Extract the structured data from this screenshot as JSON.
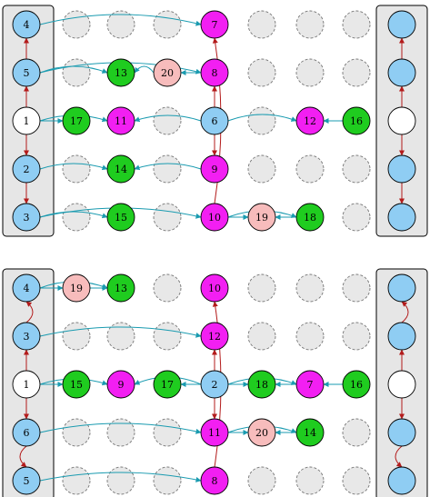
{
  "colors": {
    "blue": "#8fcdf3",
    "green": "#1fcc1f",
    "magenta": "#f21ff2",
    "pink": "#f7bcbc",
    "white": "#ffffff",
    "empty": "#e8e8e8",
    "panel": "#e6e6e6",
    "teal_arrow": "#1a9bb0",
    "red_arrow": "#b31b1b"
  },
  "panels": [
    {
      "nodes": [
        {
          "label": "4",
          "row": 0,
          "col": 0,
          "color": "blue"
        },
        {
          "label": "5",
          "row": 1,
          "col": 0,
          "color": "blue"
        },
        {
          "label": "1",
          "row": 2,
          "col": 0,
          "color": "white"
        },
        {
          "label": "2",
          "row": 3,
          "col": 0,
          "color": "blue"
        },
        {
          "label": "3",
          "row": 4,
          "col": 0,
          "color": "blue"
        },
        {
          "label": "7",
          "row": 0,
          "col": 4,
          "color": "magenta"
        },
        {
          "label": "13",
          "row": 1,
          "col": 2,
          "color": "green"
        },
        {
          "label": "20",
          "row": 1,
          "col": 3,
          "color": "pink"
        },
        {
          "label": "8",
          "row": 1,
          "col": 4,
          "color": "magenta"
        },
        {
          "label": "17",
          "row": 2,
          "col": 1,
          "color": "green"
        },
        {
          "label": "11",
          "row": 2,
          "col": 2,
          "color": "magenta"
        },
        {
          "label": "6",
          "row": 2,
          "col": 4,
          "color": "blue"
        },
        {
          "label": "12",
          "row": 2,
          "col": 6,
          "color": "magenta"
        },
        {
          "label": "16",
          "row": 2,
          "col": 7,
          "color": "green"
        },
        {
          "label": "14",
          "row": 3,
          "col": 2,
          "color": "green"
        },
        {
          "label": "9",
          "row": 3,
          "col": 4,
          "color": "magenta"
        },
        {
          "label": "15",
          "row": 4,
          "col": 2,
          "color": "green"
        },
        {
          "label": "10",
          "row": 4,
          "col": 4,
          "color": "magenta"
        },
        {
          "label": "19",
          "row": 4,
          "col": 5,
          "color": "pink"
        },
        {
          "label": "18",
          "row": 4,
          "col": 6,
          "color": "green"
        },
        {
          "label": "",
          "row": 0,
          "col": 8,
          "color": "blue"
        },
        {
          "label": "",
          "row": 1,
          "col": 8,
          "color": "blue"
        },
        {
          "label": "",
          "row": 2,
          "col": 8,
          "color": "white"
        },
        {
          "label": "",
          "row": 3,
          "col": 8,
          "color": "blue"
        },
        {
          "label": "",
          "row": 4,
          "col": 8,
          "color": "blue"
        }
      ],
      "edges": [
        {
          "from": [
            0,
            0
          ],
          "to": [
            0,
            4
          ],
          "kind": "teal",
          "curve": -22
        },
        {
          "from": [
            1,
            0
          ],
          "to": [
            1,
            2
          ],
          "kind": "teal",
          "curve": -14
        },
        {
          "from": [
            1,
            0
          ],
          "to": [
            1,
            4
          ],
          "kind": "teal",
          "curve": -22
        },
        {
          "from": [
            1,
            3
          ],
          "to": [
            1,
            2
          ],
          "kind": "teal",
          "curve": -14
        },
        {
          "from": [
            1,
            4
          ],
          "to": [
            1,
            3
          ],
          "kind": "straight",
          "curve": 0
        },
        {
          "from": [
            2,
            0
          ],
          "to": [
            2,
            1
          ],
          "kind": "straight",
          "curve": 0
        },
        {
          "from": [
            2,
            0
          ],
          "to": [
            2,
            2
          ],
          "kind": "teal",
          "curve": -12
        },
        {
          "from": [
            2,
            4
          ],
          "to": [
            2,
            2
          ],
          "kind": "teal",
          "curve": -12
        },
        {
          "from": [
            2,
            4
          ],
          "to": [
            2,
            6
          ],
          "kind": "teal",
          "curve": -14
        },
        {
          "from": [
            2,
            7
          ],
          "to": [
            2,
            6
          ],
          "kind": "straight",
          "curve": 0
        },
        {
          "from": [
            3,
            0
          ],
          "to": [
            3,
            2
          ],
          "kind": "teal",
          "curve": -12
        },
        {
          "from": [
            3,
            4
          ],
          "to": [
            3,
            2
          ],
          "kind": "teal",
          "curve": -12
        },
        {
          "from": [
            4,
            0
          ],
          "to": [
            4,
            2
          ],
          "kind": "teal",
          "curve": -12
        },
        {
          "from": [
            4,
            0
          ],
          "to": [
            4,
            4
          ],
          "kind": "teal",
          "curve": -20
        },
        {
          "from": [
            4,
            4
          ],
          "to": [
            4,
            5
          ],
          "kind": "straight",
          "curve": 0
        },
        {
          "from": [
            4,
            4
          ],
          "to": [
            4,
            6
          ],
          "kind": "teal",
          "curve": -14
        },
        {
          "from": [
            4,
            6
          ],
          "to": [
            4,
            5
          ],
          "kind": "straight",
          "curve": 0
        },
        {
          "from": [
            2,
            4
          ],
          "to": [
            1,
            4
          ],
          "kind": "red",
          "curve": 0
        },
        {
          "from": [
            2,
            4
          ],
          "to": [
            3,
            4
          ],
          "kind": "red",
          "curve": 0
        },
        {
          "from": [
            4,
            4
          ],
          "to": [
            0,
            4
          ],
          "kind": "red",
          "curve": 14
        },
        {
          "from": [
            2,
            0
          ],
          "to": [
            1,
            0
          ],
          "kind": "red",
          "curve": 0
        },
        {
          "from": [
            2,
            0
          ],
          "to": [
            3,
            0
          ],
          "kind": "red",
          "curve": 0
        },
        {
          "from": [
            1,
            0
          ],
          "to": [
            0,
            0
          ],
          "kind": "red",
          "curve": 0
        },
        {
          "from": [
            3,
            0
          ],
          "to": [
            4,
            0
          ],
          "kind": "red",
          "curve": 0
        },
        {
          "from": [
            2,
            8
          ],
          "to": [
            1,
            8
          ],
          "kind": "red",
          "curve": 0
        },
        {
          "from": [
            2,
            8
          ],
          "to": [
            3,
            8
          ],
          "kind": "red",
          "curve": 0
        },
        {
          "from": [
            1,
            8
          ],
          "to": [
            0,
            8
          ],
          "kind": "red",
          "curve": 0
        },
        {
          "from": [
            3,
            8
          ],
          "to": [
            4,
            8
          ],
          "kind": "red",
          "curve": 0
        }
      ]
    },
    {
      "nodes": [
        {
          "label": "4",
          "row": 0,
          "col": 0,
          "color": "blue"
        },
        {
          "label": "3",
          "row": 1,
          "col": 0,
          "color": "blue"
        },
        {
          "label": "1",
          "row": 2,
          "col": 0,
          "color": "white"
        },
        {
          "label": "6",
          "row": 3,
          "col": 0,
          "color": "blue"
        },
        {
          "label": "5",
          "row": 4,
          "col": 0,
          "color": "blue"
        },
        {
          "label": "19",
          "row": 0,
          "col": 1,
          "color": "pink"
        },
        {
          "label": "13",
          "row": 0,
          "col": 2,
          "color": "green"
        },
        {
          "label": "10",
          "row": 0,
          "col": 4,
          "color": "magenta"
        },
        {
          "label": "12",
          "row": 1,
          "col": 4,
          "color": "magenta"
        },
        {
          "label": "15",
          "row": 2,
          "col": 1,
          "color": "green"
        },
        {
          "label": "9",
          "row": 2,
          "col": 2,
          "color": "magenta"
        },
        {
          "label": "17",
          "row": 2,
          "col": 3,
          "color": "green"
        },
        {
          "label": "2",
          "row": 2,
          "col": 4,
          "color": "blue"
        },
        {
          "label": "18",
          "row": 2,
          "col": 5,
          "color": "green"
        },
        {
          "label": "7",
          "row": 2,
          "col": 6,
          "color": "magenta"
        },
        {
          "label": "16",
          "row": 2,
          "col": 7,
          "color": "green"
        },
        {
          "label": "11",
          "row": 3,
          "col": 4,
          "color": "magenta"
        },
        {
          "label": "20",
          "row": 3,
          "col": 5,
          "color": "pink"
        },
        {
          "label": "14",
          "row": 3,
          "col": 6,
          "color": "green"
        },
        {
          "label": "8",
          "row": 4,
          "col": 4,
          "color": "magenta"
        },
        {
          "label": "",
          "row": 0,
          "col": 8,
          "color": "blue"
        },
        {
          "label": "",
          "row": 1,
          "col": 8,
          "color": "blue"
        },
        {
          "label": "",
          "row": 2,
          "col": 8,
          "color": "white"
        },
        {
          "label": "",
          "row": 3,
          "col": 8,
          "color": "blue"
        },
        {
          "label": "",
          "row": 4,
          "col": 8,
          "color": "blue"
        }
      ],
      "edges": [
        {
          "from": [
            0,
            0
          ],
          "to": [
            0,
            1
          ],
          "kind": "straight",
          "curve": 0
        },
        {
          "from": [
            0,
            0
          ],
          "to": [
            0,
            2
          ],
          "kind": "teal",
          "curve": -14
        },
        {
          "from": [
            0,
            1
          ],
          "to": [
            0,
            2
          ],
          "kind": "straight",
          "curve": 0
        },
        {
          "from": [
            1,
            0
          ],
          "to": [
            1,
            4
          ],
          "kind": "teal",
          "curve": -20
        },
        {
          "from": [
            2,
            0
          ],
          "to": [
            2,
            1
          ],
          "kind": "straight",
          "curve": 0
        },
        {
          "from": [
            2,
            0
          ],
          "to": [
            2,
            2
          ],
          "kind": "teal",
          "curve": -12
        },
        {
          "from": [
            2,
            4
          ],
          "to": [
            2,
            2
          ],
          "kind": "teal",
          "curve": -16
        },
        {
          "from": [
            2,
            4
          ],
          "to": [
            2,
            3
          ],
          "kind": "straight",
          "curve": 0
        },
        {
          "from": [
            2,
            4
          ],
          "to": [
            2,
            5
          ],
          "kind": "straight",
          "curve": 0
        },
        {
          "from": [
            2,
            4
          ],
          "to": [
            2,
            6
          ],
          "kind": "teal",
          "curve": -14
        },
        {
          "from": [
            2,
            6
          ],
          "to": [
            2,
            5
          ],
          "kind": "straight",
          "curve": 0
        },
        {
          "from": [
            2,
            7
          ],
          "to": [
            2,
            6
          ],
          "kind": "straight",
          "curve": 0
        },
        {
          "from": [
            3,
            0
          ],
          "to": [
            3,
            4
          ],
          "kind": "teal",
          "curve": -20
        },
        {
          "from": [
            3,
            4
          ],
          "to": [
            3,
            5
          ],
          "kind": "straight",
          "curve": 0
        },
        {
          "from": [
            3,
            4
          ],
          "to": [
            3,
            6
          ],
          "kind": "teal",
          "curve": -14
        },
        {
          "from": [
            3,
            6
          ],
          "to": [
            3,
            5
          ],
          "kind": "straight",
          "curve": 0
        },
        {
          "from": [
            4,
            0
          ],
          "to": [
            4,
            4
          ],
          "kind": "teal",
          "curve": -18
        },
        {
          "from": [
            2,
            4
          ],
          "to": [
            1,
            4
          ],
          "kind": "red",
          "curve": 0
        },
        {
          "from": [
            2,
            4
          ],
          "to": [
            3,
            4
          ],
          "kind": "red",
          "curve": 0
        },
        {
          "from": [
            4,
            4
          ],
          "to": [
            0,
            4
          ],
          "kind": "red",
          "curve": 14
        },
        {
          "from": [
            2,
            0
          ],
          "to": [
            1,
            0
          ],
          "kind": "red",
          "curve": 0
        },
        {
          "from": [
            2,
            0
          ],
          "to": [
            3,
            0
          ],
          "kind": "red",
          "curve": 0
        },
        {
          "from": [
            1,
            0
          ],
          "to": [
            0,
            0
          ],
          "kind": "red",
          "curve": 14
        },
        {
          "from": [
            3,
            0
          ],
          "to": [
            4,
            0
          ],
          "kind": "red",
          "curve": 14
        },
        {
          "from": [
            2,
            8
          ],
          "to": [
            1,
            8
          ],
          "kind": "red",
          "curve": 0
        },
        {
          "from": [
            2,
            8
          ],
          "to": [
            3,
            8
          ],
          "kind": "red",
          "curve": 0
        },
        {
          "from": [
            1,
            8
          ],
          "to": [
            0,
            8
          ],
          "kind": "red",
          "curve": 14
        },
        {
          "from": [
            3,
            8
          ],
          "to": [
            4,
            8
          ],
          "kind": "red",
          "curve": 14
        }
      ]
    }
  ]
}
